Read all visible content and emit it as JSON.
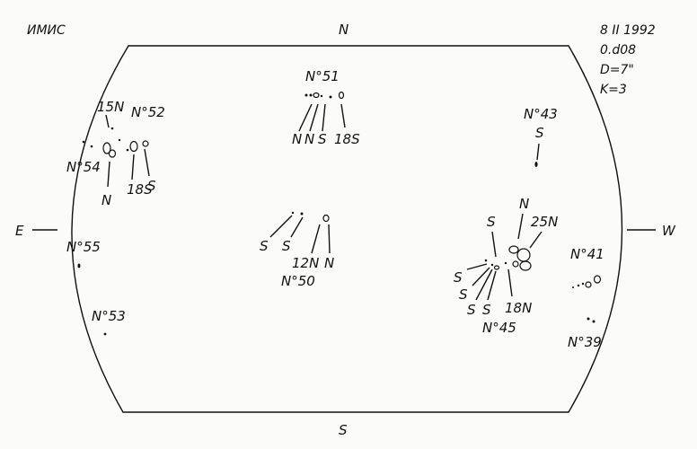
{
  "institution": "ИМИС",
  "observation": {
    "date": "8 II 1992",
    "time": "0.d08",
    "diameter": "D=7\"",
    "quality": "K=3"
  },
  "directions": {
    "north": "N",
    "south": "S",
    "east": "E",
    "west": "W"
  },
  "groups": {
    "g51": {
      "name": "N°51",
      "p1": "N",
      "p2": "N",
      "p3": "S",
      "p4": "18S"
    },
    "g43": {
      "name": "N°43",
      "p1": "S"
    },
    "g52": {
      "name": "N°52",
      "p1": "15N",
      "p2": "18S",
      "p3": "S"
    },
    "g54": {
      "name": "N°54",
      "p1": "N"
    },
    "g55": {
      "name": "N°55"
    },
    "g53": {
      "name": "N°53"
    },
    "g50": {
      "name": "N°50",
      "p1": "S",
      "p2": "S",
      "p3": "12N",
      "p4": "N"
    },
    "g45": {
      "name": "N°45",
      "p1": "S",
      "p2": "N",
      "p3": "25N",
      "p4": "S",
      "p5": "S",
      "p6": "S",
      "p7": "S",
      "p8": "18N"
    },
    "g41": {
      "name": "N°41"
    },
    "g39": {
      "name": "N°39"
    }
  }
}
